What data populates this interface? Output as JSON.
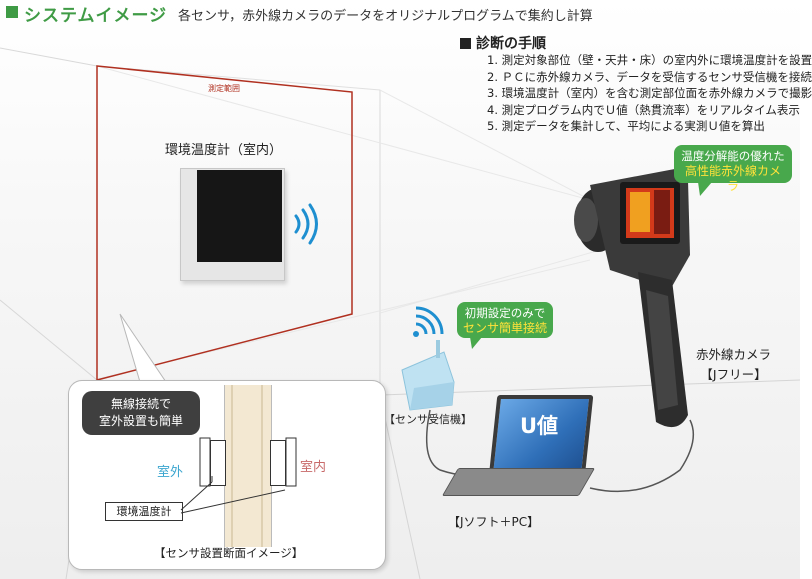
{
  "header": {
    "title": "システムイメージ",
    "subtitle": "各センサ，赤外線カメラのデータをオリジナルプログラムで集約し計算"
  },
  "diagnosis": {
    "title": "診断の手順",
    "steps": [
      "1. 測定対象部位（壁・天井・床）の室内外に環境温度計を設置",
      "2. ＰＣに赤外線カメラ、データを受信するセンサ受信機を接続",
      "3. 環境温度計（室内）を含む測定部位面を赤外線カメラで撮影",
      "4. 測定プログラム内でＵ値（熱貫流率）をリアルタイム表示",
      "5. 測定データを集計して、平均による実測Ｕ値を算出"
    ]
  },
  "scene": {
    "frame_label": "測定範囲",
    "indoor_thermometer_label": "環境温度計（室内）",
    "camera_bubble": {
      "line1": "温度分解能の優れた",
      "line2": "高性能赤外線カメラ"
    },
    "receiver_bubble": {
      "line1": "初期設定のみで",
      "line2": "センサ簡単接続"
    },
    "camera_label": {
      "line1": "赤外線カメラ",
      "line2": "【Jフリー】"
    },
    "receiver_label": "【センサ受信機】",
    "laptop_screen_text": "U値",
    "laptop_label": "【Jソフト＋PC】",
    "colors": {
      "accent_green": "#3f9b45",
      "frame_red": "#b03020",
      "wireless_blue": "#1e8fd0",
      "highlight_yellow": "#ffe23a"
    }
  },
  "inset": {
    "callout": {
      "line1": "無線接続で",
      "line2": "室外設置も簡単"
    },
    "outdoor_label": "室外",
    "indoor_label": "室内",
    "thermometer_label": "環境温度計",
    "caption": "【センサ設置断面イメージ】"
  }
}
